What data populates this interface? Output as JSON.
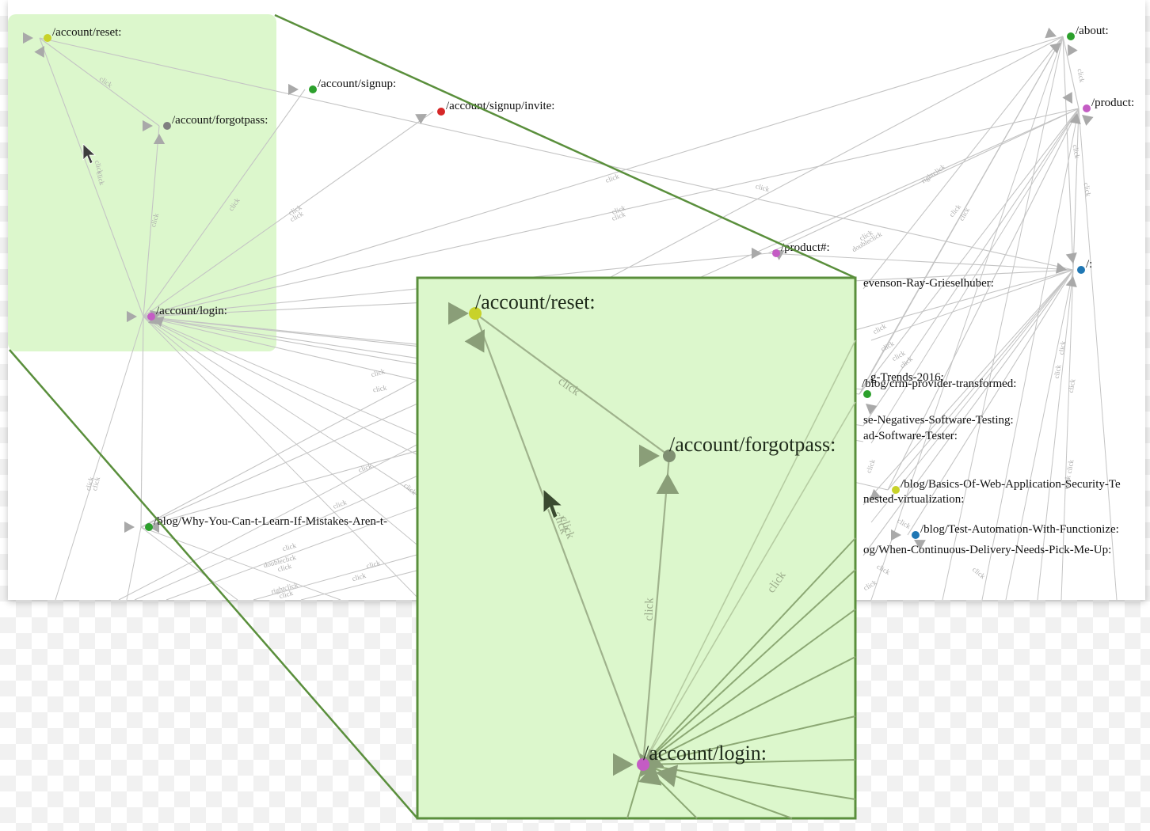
{
  "graph": {
    "nodes": [
      {
        "id": "reset",
        "label": "/account/reset:",
        "color": "#c8d22a"
      },
      {
        "id": "signup",
        "label": "/account/signup:",
        "color": "#2ca02c"
      },
      {
        "id": "invite",
        "label": "/account/signup/invite:",
        "color": "#d62728"
      },
      {
        "id": "forgot",
        "label": "/account/forgotpass:",
        "color": "#7f7f7f"
      },
      {
        "id": "login",
        "label": "/account/login:",
        "color": "#c45cc4"
      },
      {
        "id": "about",
        "label": "/about:",
        "color": "#2ca02c"
      },
      {
        "id": "product",
        "label": "/product:",
        "color": "#c45cc4"
      },
      {
        "id": "producthash",
        "label": "/product#:",
        "color": "#c45cc4"
      },
      {
        "id": "root",
        "label": "/:",
        "color": "#1f77b4"
      },
      {
        "id": "ray",
        "label": "evenson-Ray-Grieselhuber:",
        "color": ""
      },
      {
        "id": "trends",
        "label": "g-Trends-2016:",
        "color": "#2ca02c"
      },
      {
        "id": "crm",
        "label": "/blog/crm-provider-transformed:",
        "color": ""
      },
      {
        "id": "negatives",
        "label": "se-Negatives-Software-Testing:",
        "color": ""
      },
      {
        "id": "tester",
        "label": "ad-Software-Tester:",
        "color": ""
      },
      {
        "id": "basics",
        "label": "/blog/Basics-Of-Web-Application-Security-Te",
        "color": "#c8d22a"
      },
      {
        "id": "nested",
        "label": "nested-virtualization:",
        "color": ""
      },
      {
        "id": "functionize",
        "label": "/blog/Test-Automation-With-Functionize:",
        "color": "#1f77b4"
      },
      {
        "id": "delivery",
        "label": "og/When-Continuous-Delivery-Needs-Pick-Me-Up:",
        "color": ""
      },
      {
        "id": "mistakes",
        "label": "/blog/Why-You-Can-t-Learn-If-Mistakes-Aren-t-",
        "color": "#2ca02c"
      }
    ],
    "edge_labels": {
      "click": "click",
      "dblclick": "doubleclick",
      "rightclick": "rightclick"
    }
  },
  "zoom": {
    "nodes": {
      "reset": "/account/reset:",
      "forgot": "/account/forgotpass:",
      "login": "/account/login:"
    },
    "edge_label": "click"
  },
  "colors": {
    "highlight_fill": "#dcf7cc",
    "highlight_stroke": "#5a8f3c",
    "edge": "#c4c4c4"
  },
  "icons": {
    "cursor": "mouse-pointer-icon"
  }
}
